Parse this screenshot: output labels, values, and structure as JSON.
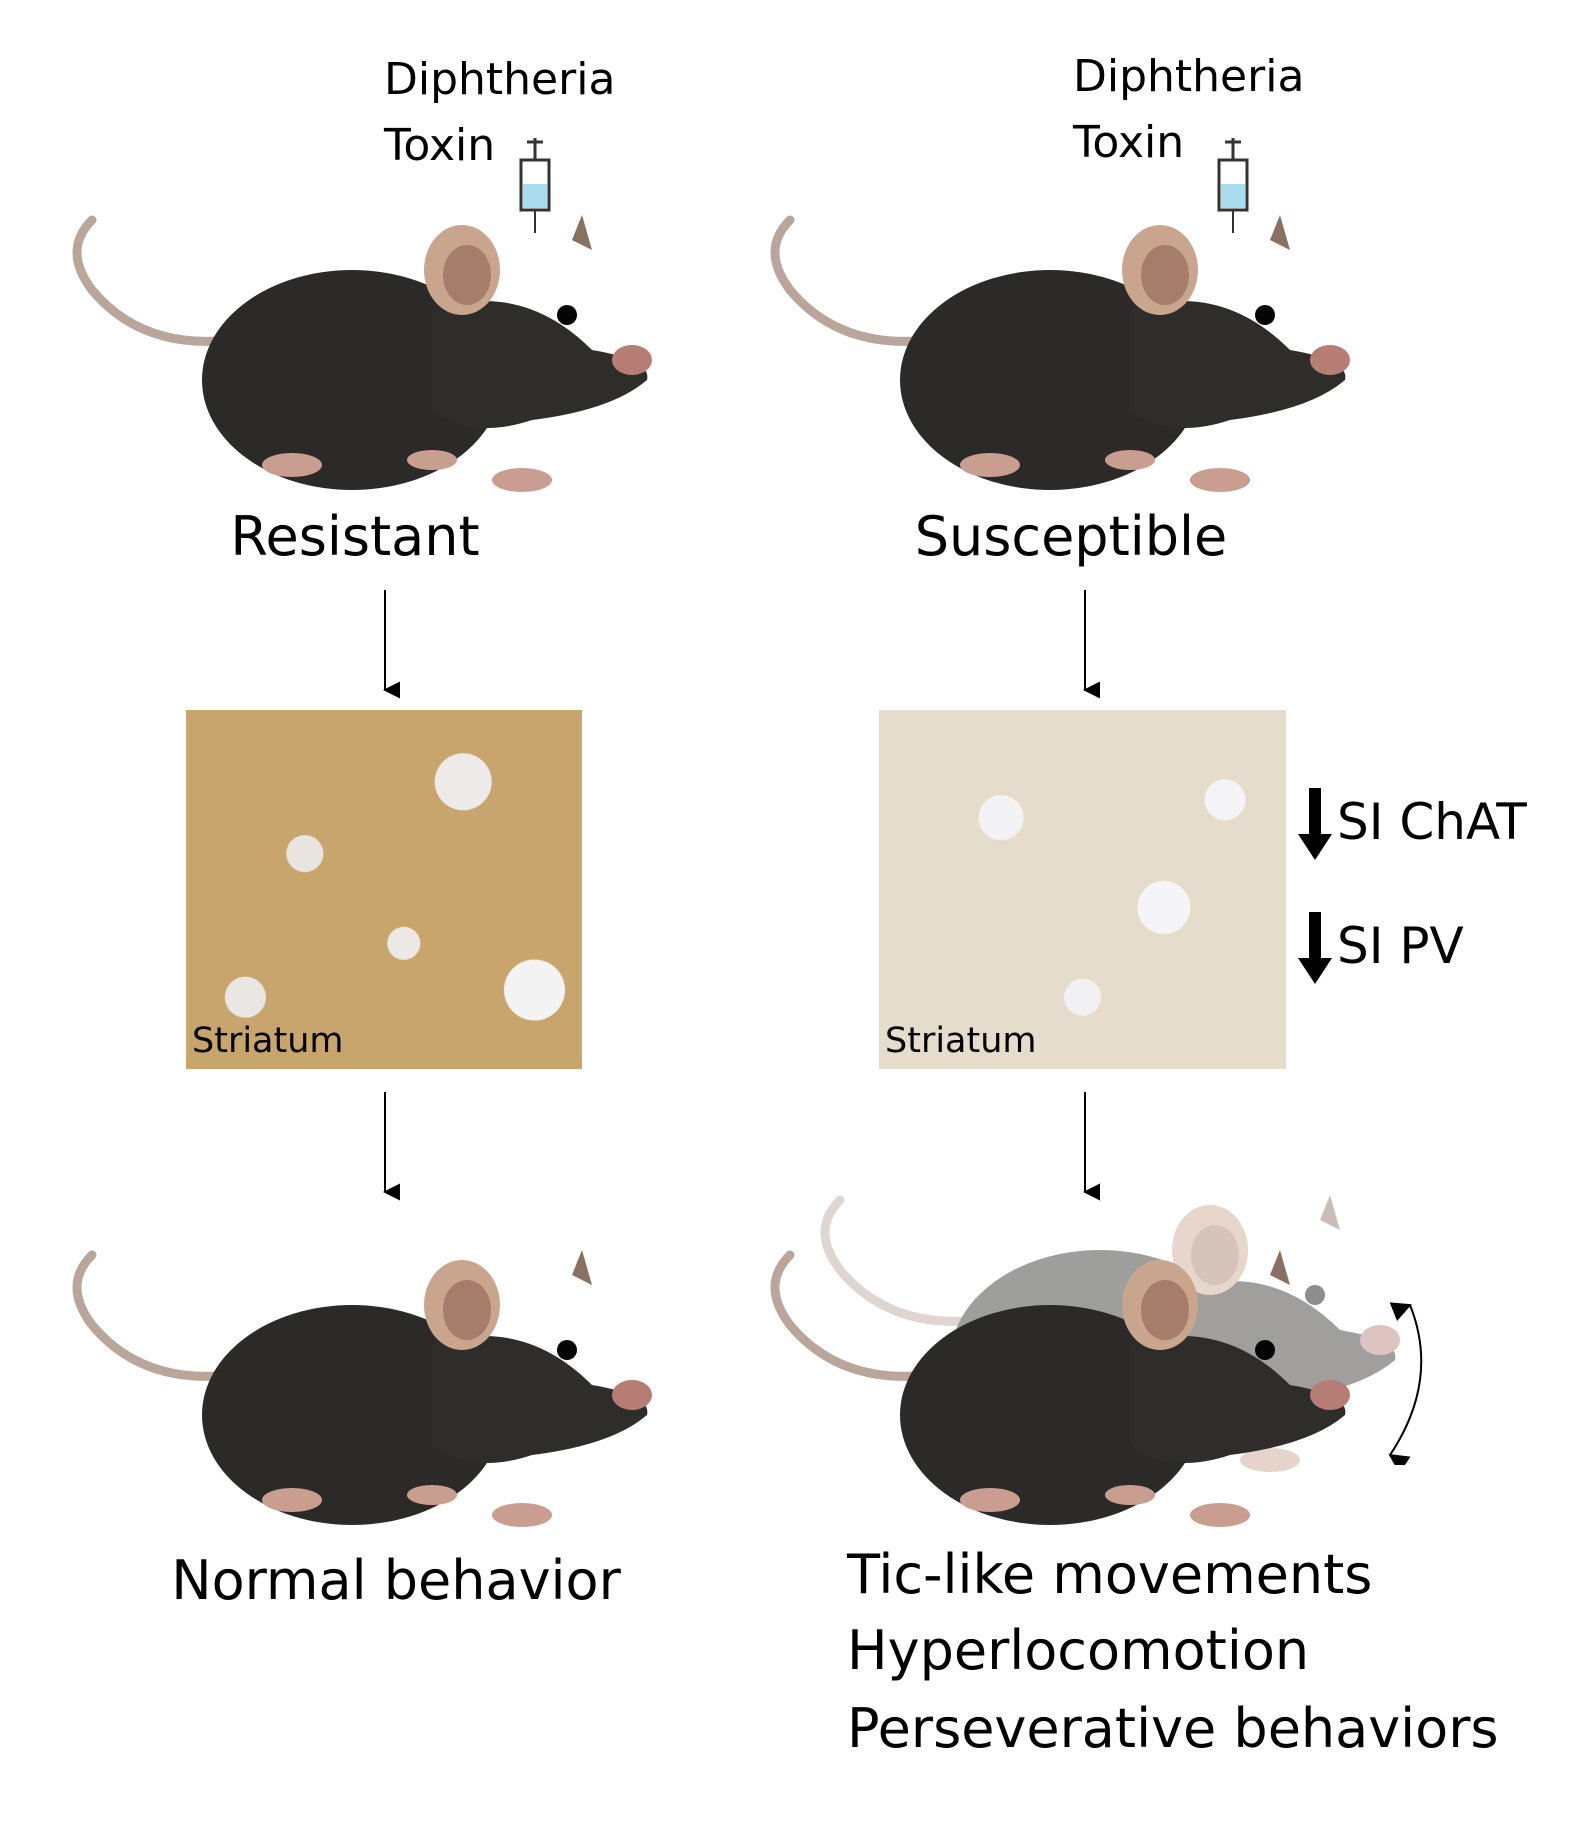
{
  "left": {
    "injection_label_line1": "Diphtheria",
    "injection_label_line2": "Toxin",
    "phenotype": "Resistant",
    "stain_caption": "Striatum",
    "outcome": "Normal behavior"
  },
  "right": {
    "injection_label_line1": "Diphtheria",
    "injection_label_line2": "Toxin",
    "phenotype": "Susceptible",
    "stain_caption": "Striatum",
    "markers": [
      "SI ChAT",
      "SI PV"
    ],
    "outcomes": [
      "Tic-like movements",
      "Hyperlocomotion",
      "Perseverative behaviors"
    ]
  },
  "colors": {
    "mouse_fur": "#2b2a28",
    "stain_resistant": "#c9a56e",
    "stain_susceptible": "#e6dccb",
    "syringe_fluid": "#a9dcef"
  }
}
